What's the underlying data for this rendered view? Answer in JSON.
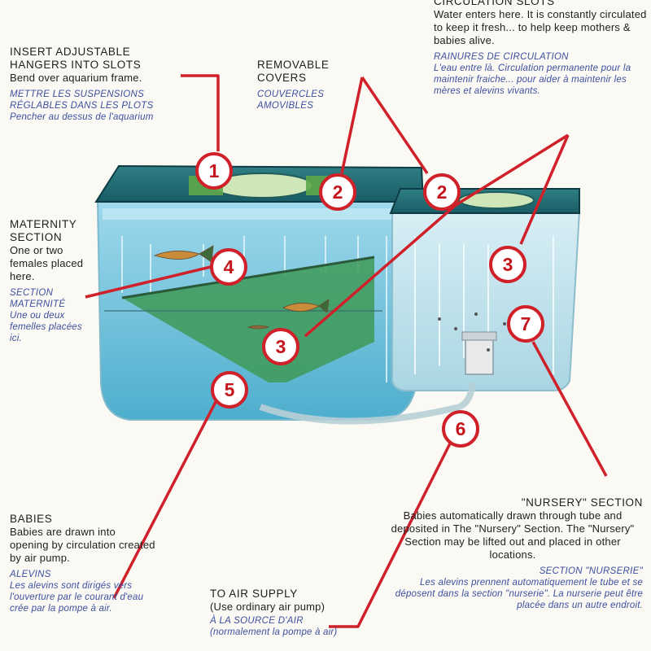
{
  "accent": "#d0202a",
  "callouts": {
    "slots": {
      "heading": "INSERT ADJUSTABLE HANGERS INTO SLOTS",
      "body": "Bend over aquarium frame.",
      "french_title": "METTRE LES SUSPENSIONS RÉGLABLES DANS LES PLOTS",
      "french_body": "Pencher au dessus de l'aquarium"
    },
    "covers": {
      "heading": "REMOVABLE COVERS",
      "french": "COUVERCLES AMOVIBLES"
    },
    "circulation": {
      "heading": "CIRCULATION SLOTS",
      "body": "Water enters here. It is constantly circulated to keep it fresh... to help keep mothers & babies alive.",
      "french_title": "RAINURES DE CIRCULATION",
      "french_body": "L'eau entre là. Circulation permanente pour la maintenir fraiche... pour aider à maintenir les mères et alevins vivants."
    },
    "maternity": {
      "heading": "MATERNITY SECTION",
      "body": "One or two females placed here.",
      "french_title": "SECTION MATERNITÉ",
      "french_body": "Une ou deux femelles placées ici."
    },
    "babies": {
      "heading": "BABIES",
      "body": "Babies are drawn into opening by circulation created by air pump.",
      "french_title": "ALEVINS",
      "french_body": "Les alevins sont dirigés vers l'ouverture par le courant d'eau crée par la pompe à air."
    },
    "air": {
      "heading": "TO AIR SUPPLY",
      "body": "(Use ordinary air pump)",
      "french_title": "À LA SOURCE D'AIR",
      "french_body": "(normalement la pompe à air)"
    },
    "nursery": {
      "heading": "\"NURSERY\" SECTION",
      "body": "Babies automatically drawn through tube and deposited in The \"Nursery\" Section. The \"Nursery\" Section may be lifted out and placed in other locations.",
      "french_title": "SECTION \"NURSERIE\"",
      "french_body": "Les alevins prennent automatiquement le tube et se déposent dans la section \"nurserie\". La nurserie peut être placée dans un autre endroit."
    }
  },
  "badges": {
    "b1": "1",
    "b2a": "2",
    "b2b": "2",
    "b3a": "3",
    "b3b": "3",
    "b4": "4",
    "b5": "5",
    "b6": "6",
    "b7": "7"
  }
}
